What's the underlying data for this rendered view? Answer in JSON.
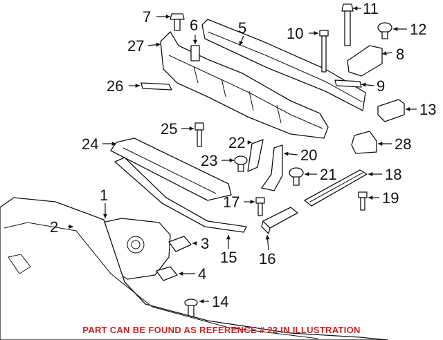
{
  "callouts": [
    "1",
    "2",
    "3",
    "4",
    "5",
    "6",
    "7",
    "8",
    "9",
    "10",
    "11",
    "12",
    "13",
    "14",
    "15",
    "16",
    "17",
    "18",
    "19",
    "20",
    "21",
    "22",
    "23",
    "24",
    "25",
    "26",
    "27",
    "28"
  ],
  "footnote": "PART CAN BE FOUND AS REFERENCE # 22 IN ILLUSTRATION",
  "colors": {
    "line": "#111111",
    "footnote": "#cc2020",
    "background": "#ffffff"
  }
}
